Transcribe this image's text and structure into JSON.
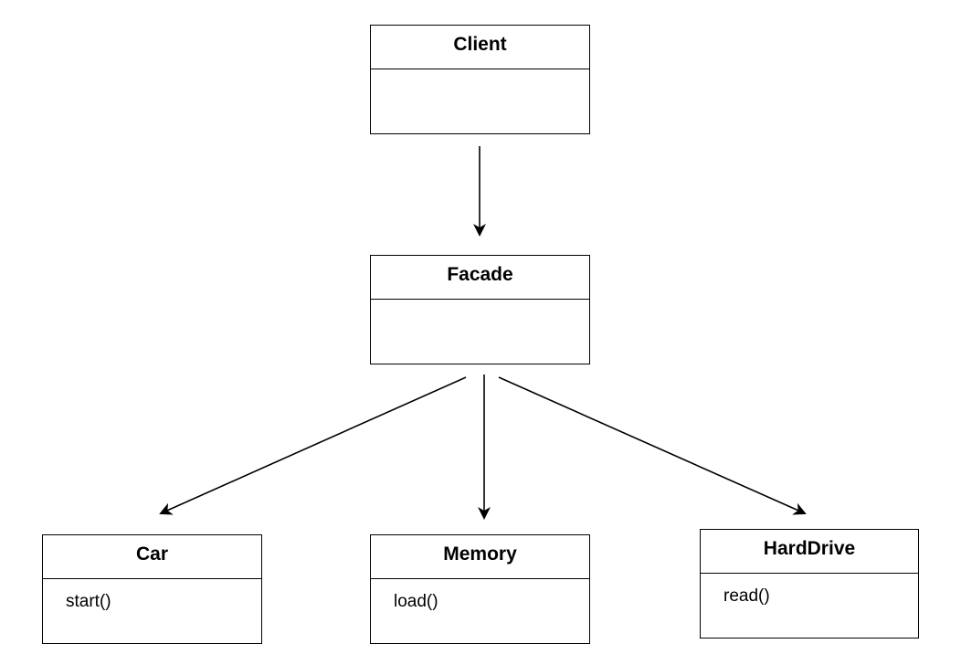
{
  "diagram": {
    "classes": [
      {
        "id": "client",
        "name": "Client",
        "methods": []
      },
      {
        "id": "facade",
        "name": "Facade",
        "methods": []
      },
      {
        "id": "car",
        "name": "Car",
        "methods": [
          "start()"
        ]
      },
      {
        "id": "memory",
        "name": "Memory",
        "methods": [
          "load()"
        ]
      },
      {
        "id": "harddrive",
        "name": "HardDrive",
        "methods": [
          "read()"
        ]
      }
    ],
    "edges": [
      {
        "from": "client",
        "to": "facade"
      },
      {
        "from": "facade",
        "to": "car"
      },
      {
        "from": "facade",
        "to": "memory"
      },
      {
        "from": "facade",
        "to": "harddrive"
      }
    ]
  }
}
